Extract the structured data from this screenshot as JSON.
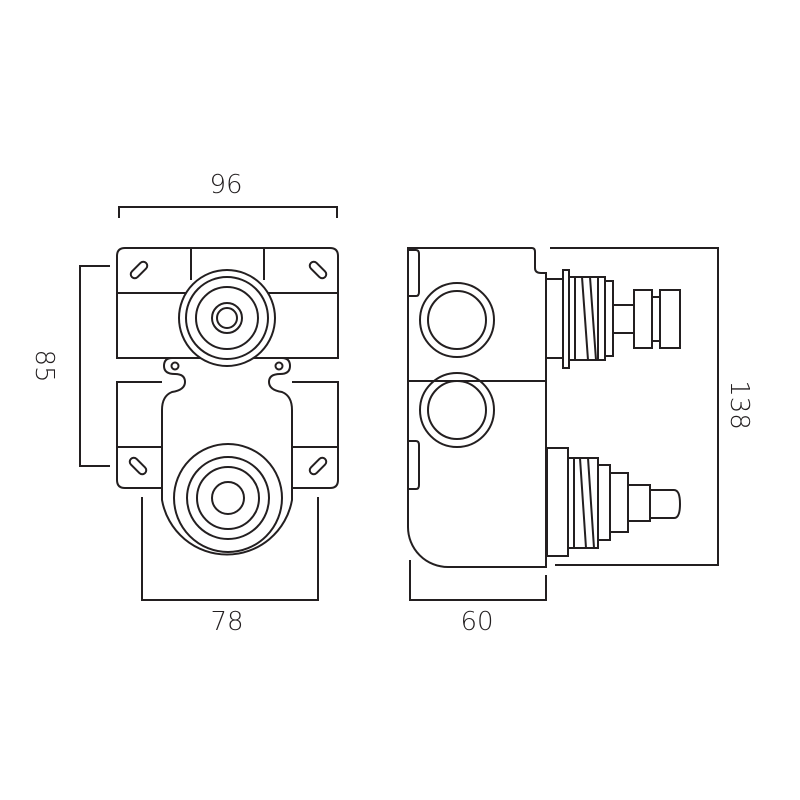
{
  "dimensions": {
    "width_front": "96",
    "height_fixings": "85",
    "bracket_width": "78",
    "depth": "60",
    "overall_height": "138"
  },
  "colors": {
    "line": "#231f20",
    "background": "#ffffff"
  }
}
